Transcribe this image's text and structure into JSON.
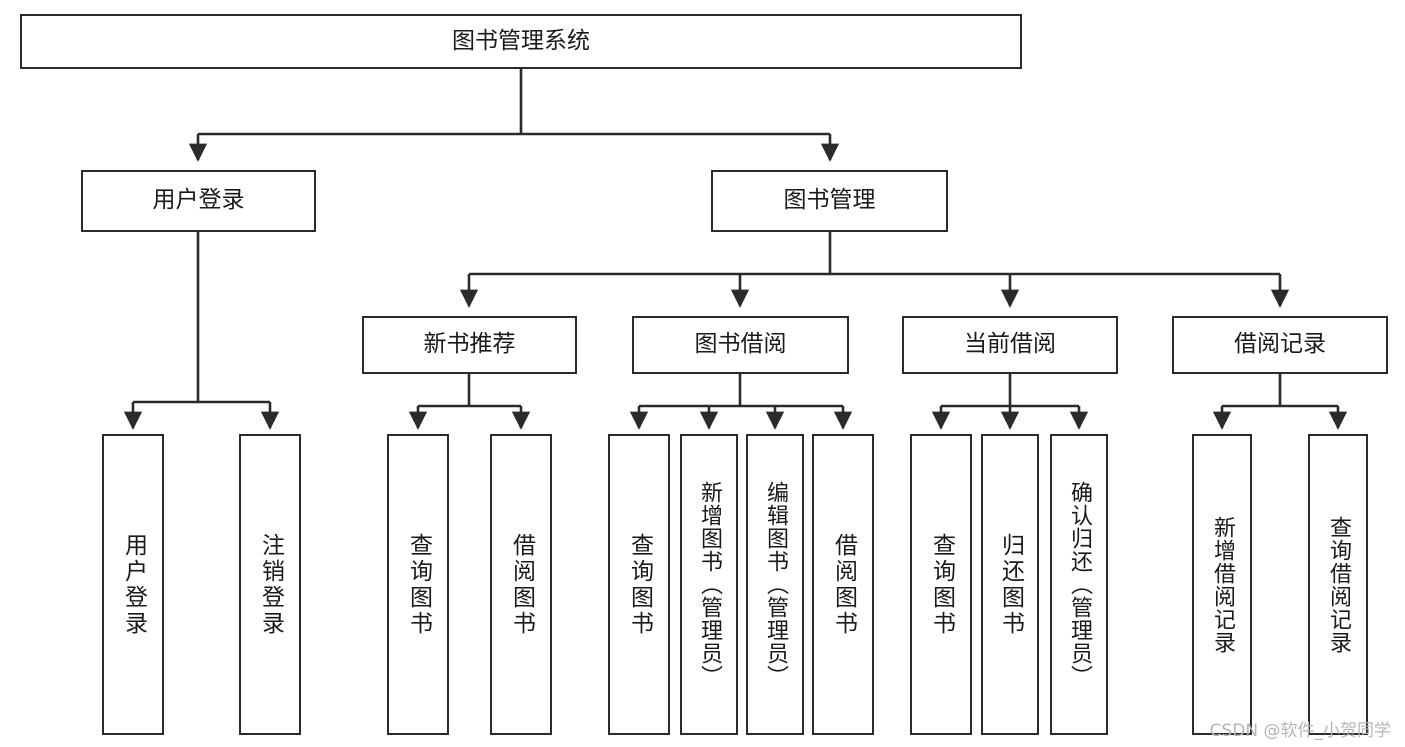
{
  "diagram": {
    "title": "图书管理系统",
    "type": "tree",
    "watermark": "CSDN @软件_小贺同学",
    "colors": {
      "box_border": "#2b2b2b",
      "box_fill": "#ffffff",
      "edge": "#2b2b2b",
      "text": "#1a1a1a",
      "watermark": "#b6b6b6"
    },
    "nodes": {
      "root": {
        "label": "图书管理系统"
      },
      "level2": [
        {
          "id": "user-login",
          "label": "用户登录"
        },
        {
          "id": "book-manage",
          "label": "图书管理"
        }
      ],
      "level3": [
        {
          "id": "new-book-recommend",
          "label": "新书推荐"
        },
        {
          "id": "book-borrow",
          "label": "图书借阅"
        },
        {
          "id": "current-borrow",
          "label": "当前借阅"
        },
        {
          "id": "borrow-record",
          "label": "借阅记录"
        }
      ],
      "leaves": {
        "user-login": [
          {
            "id": "leaf-user-login",
            "label": "用户登录"
          },
          {
            "id": "leaf-logout",
            "label": "注销登录"
          }
        ],
        "new-book-recommend": [
          {
            "id": "leaf-query-book-1",
            "label": "查询图书"
          },
          {
            "id": "leaf-borrow-book-1",
            "label": "借阅图书"
          }
        ],
        "book-borrow": [
          {
            "id": "leaf-query-book-2",
            "label": "查询图书"
          },
          {
            "id": "leaf-add-book",
            "label": "新增图书（管理员）"
          },
          {
            "id": "leaf-edit-book",
            "label": "编辑图书（管理员）"
          },
          {
            "id": "leaf-borrow-book-2",
            "label": "借阅图书"
          }
        ],
        "current-borrow": [
          {
            "id": "leaf-query-book-3",
            "label": "查询图书"
          },
          {
            "id": "leaf-return-book",
            "label": "归还图书"
          },
          {
            "id": "leaf-confirm-return",
            "label": "确认归还（管理员）"
          }
        ],
        "borrow-record": [
          {
            "id": "leaf-add-record",
            "label": "新增借阅记录"
          },
          {
            "id": "leaf-query-record",
            "label": "查询借阅记录"
          }
        ]
      }
    }
  }
}
